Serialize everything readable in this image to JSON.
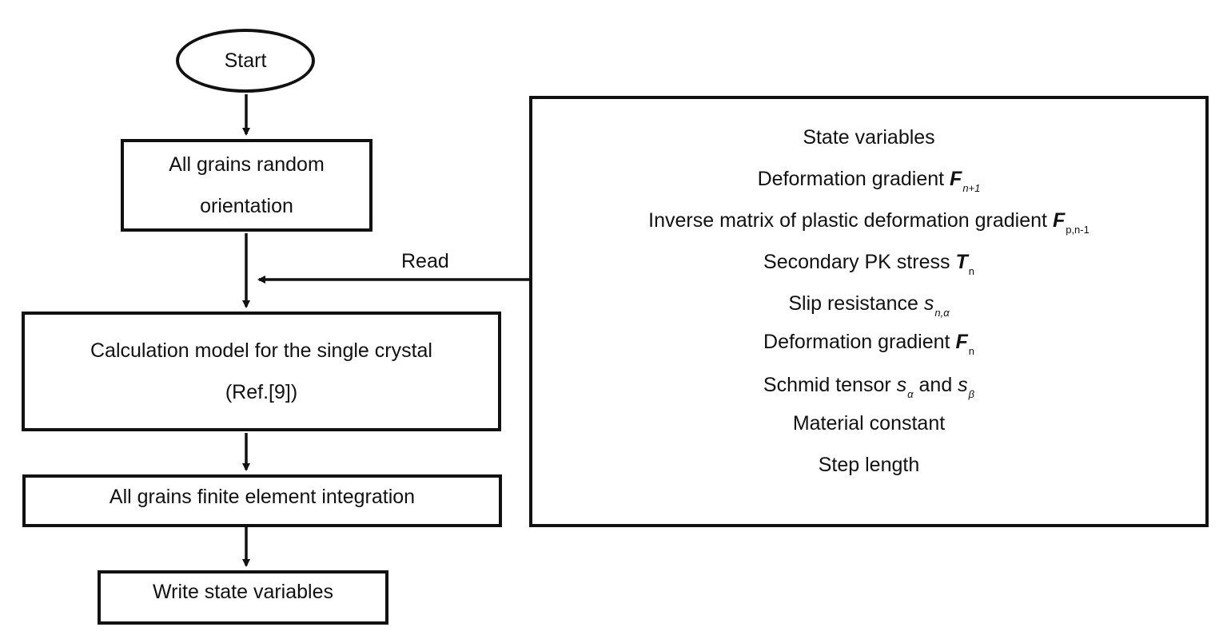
{
  "flow": {
    "start": "Start",
    "step1": {
      "line1": "All grains random",
      "line2": "orientation"
    },
    "step2": {
      "line1": "Calculation model for the single crystal",
      "line2": "(Ref.[9])"
    },
    "step3": "All  grains finite element integration",
    "step4": "Write state variables"
  },
  "read_label": "Read",
  "state_box": {
    "title": "State variables",
    "def_grad_n1": {
      "text": "Deformation gradient ",
      "sym": "F",
      "sub": "n+1"
    },
    "inverse_plastic": {
      "text": "Inverse matrix of plastic deformation gradient ",
      "sym": "F",
      "sub": "p,n-1"
    },
    "pk_stress": {
      "text": "Secondary PK stress ",
      "sym": "T",
      "sub": "n"
    },
    "slip_resistance": {
      "text": "Slip resistance ",
      "sym": "s",
      "sub": "n,α"
    },
    "def_grad_n": {
      "text": "Deformation gradient ",
      "sym": "F",
      "sub": "n"
    },
    "schmid": {
      "text": "Schmid tensor ",
      "sym1": "s",
      "sub1": "α",
      "and": " and ",
      "sym2": "s",
      "sub2": "β"
    },
    "material": "Material constant",
    "step_length": "Step length"
  }
}
